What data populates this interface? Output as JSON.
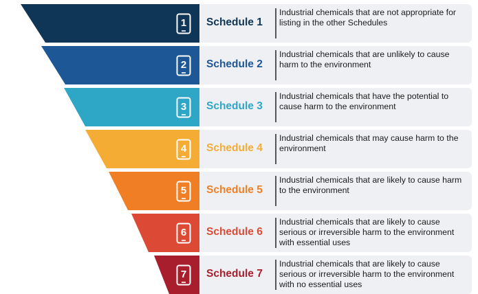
{
  "schedules": [
    {
      "number": "1",
      "label": "Schedule 1",
      "description": "Industrial chemicals that are not appropriate for listing in the other Schedules",
      "color": "#0f3557"
    },
    {
      "number": "2",
      "label": "Schedule 2",
      "description": "Industrial chemicals that are unlikely to cause harm to the environment",
      "color": "#1d5796"
    },
    {
      "number": "3",
      "label": "Schedule 3",
      "description": "Industrial chemicals that have the potential to cause harm to the environment",
      "color": "#2ea6c6"
    },
    {
      "number": "4",
      "label": "Schedule 4",
      "description": "Industrial chemicals that may cause harm to the environment",
      "color": "#f4ac35"
    },
    {
      "number": "5",
      "label": "Schedule 5",
      "description": "Industrial chemicals that are likely to cause harm to the environment",
      "color": "#ef7e25"
    },
    {
      "number": "6",
      "label": "Schedule 6",
      "description": "Industrial chemicals that are likely to cause serious or irreversible harm to the environment with essential uses",
      "color": "#dc4a35"
    },
    {
      "number": "7",
      "label": "Schedule 7",
      "description": "Industrial chemicals that are likely to cause serious or irreversible harm to the environment with no essential uses",
      "color": "#a81e2c"
    }
  ]
}
